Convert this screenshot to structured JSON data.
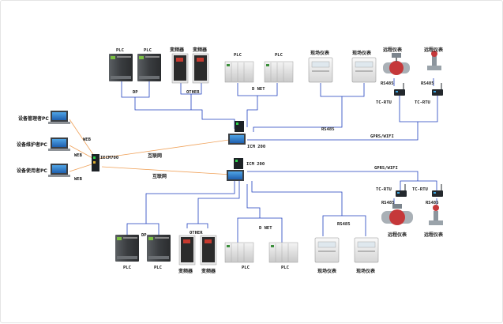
{
  "top": {
    "plc_1": "PLC",
    "plc_2": "PLC",
    "vfd_1": "变频器",
    "vfd_2": "变频器",
    "plc_3": "PLC",
    "plc_4": "PLC",
    "meter_1": "现场仪表",
    "meter_2": "现场仪表",
    "remote_1": "远程仪表",
    "remote_2": "远程仪表",
    "dp": "DP",
    "other": "OTHER",
    "dnet": "D NET",
    "rs485_a": "RS485",
    "rs485_b": "RS485",
    "tcrtu_a": "TC-RTU",
    "tcrtu_b": "TC-RTU",
    "rs485_main": "RS485",
    "gprs": "GPRS/WIFI",
    "icm": "ICM 200"
  },
  "left": {
    "pc_manager": "设备管理者PC",
    "pc_maintainer": "设备维护者PC",
    "pc_user": "设备使用者PC",
    "web_1": "WEB",
    "web_2": "WEB",
    "web_3": "WEB",
    "iecm": "IECM700",
    "internet_1": "互联网",
    "internet_2": "互联网"
  },
  "bottom": {
    "icm": "ICM 200",
    "gprs": "GPRS/WIFI",
    "tcrtu_a": "TC-RTU",
    "tcrtu_b": "TC-RTU",
    "rs485_a": "RS485",
    "rs485_b": "RS485",
    "rs485_main": "RS485",
    "remote_1": "远程仪表",
    "remote_2": "远程仪表",
    "dp": "DP",
    "other": "OTHER",
    "dnet": "D NET",
    "plc_1": "PLC",
    "plc_2": "PLC",
    "vfd_1": "变频器",
    "vfd_2": "变频器",
    "plc_3": "PLC",
    "plc_4": "PLC",
    "meter_1": "现场仪表",
    "meter_2": "现场仪表"
  }
}
